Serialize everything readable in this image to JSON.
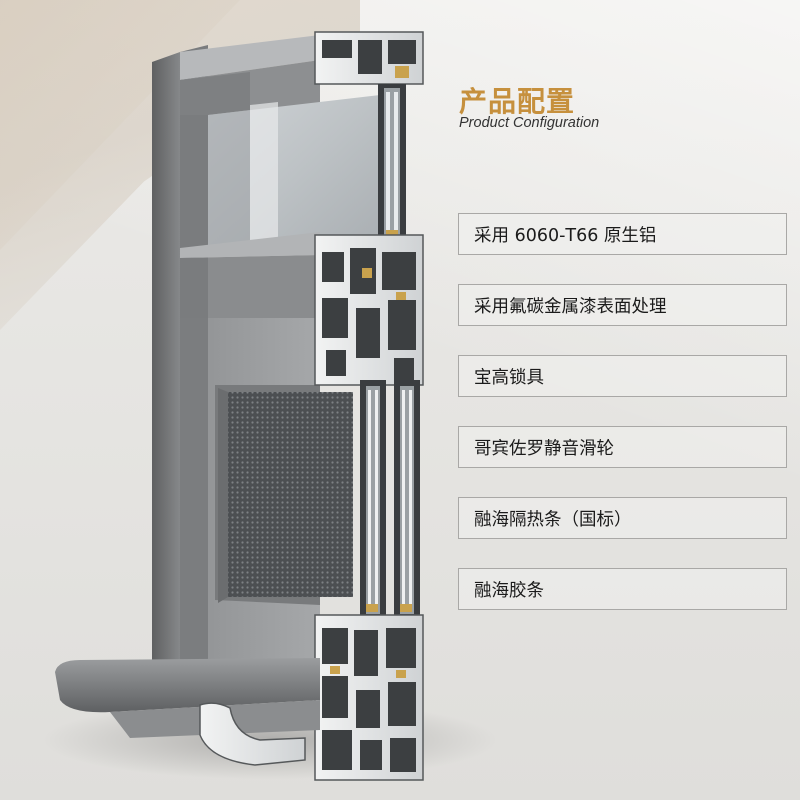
{
  "heading": {
    "title": "产品配置",
    "subtitle": "Product Configuration"
  },
  "features": [
    "采用 6060-T66 原生铝",
    "采用氟碳金属漆表面处理",
    "宝高锁具",
    "哥宾佐罗静音滑轮",
    "融海隔热条（国标）",
    "融海胶条"
  ],
  "colors": {
    "title_gold": "#c6903d",
    "frame_gray": "#7f7f7f",
    "box_border": "#a9a8a6"
  }
}
